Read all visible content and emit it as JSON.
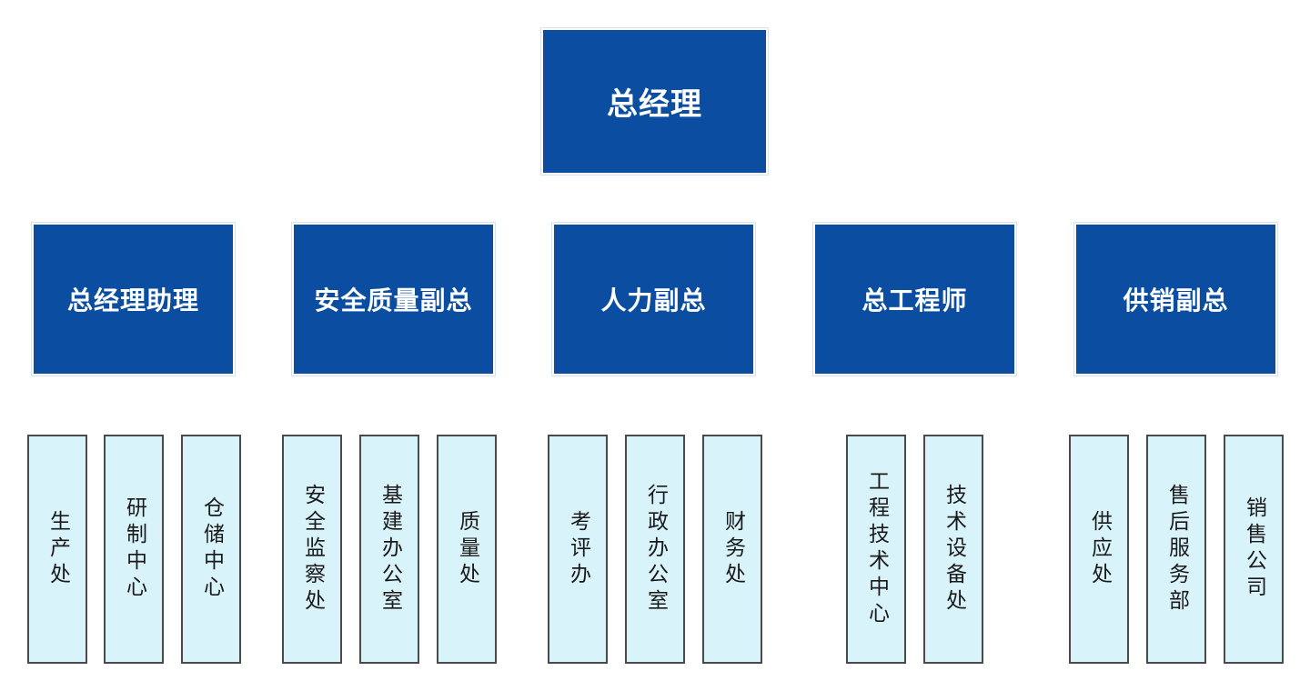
{
  "root": {
    "label": "总经理"
  },
  "vps": [
    {
      "label": "总经理助理",
      "departments": [
        "生产处",
        "研制中心",
        "仓储中心"
      ]
    },
    {
      "label": "安全质量副总",
      "departments": [
        "安全监察处",
        "基建办公室",
        "质量处"
      ]
    },
    {
      "label": "人力副总",
      "departments": [
        "考评办",
        "行政办公室",
        "财务处"
      ]
    },
    {
      "label": "总工程师",
      "departments": [
        "工程技术中心",
        "技术设备处"
      ]
    },
    {
      "label": "供销副总",
      "departments": [
        "供应处",
        "售后服务部",
        "销售公司"
      ]
    }
  ],
  "colors": {
    "box_fill": "#0b4da0",
    "box_text": "#ffffff",
    "dept_fill": "#d9f3fb",
    "dept_border": "#4a4a4a"
  }
}
